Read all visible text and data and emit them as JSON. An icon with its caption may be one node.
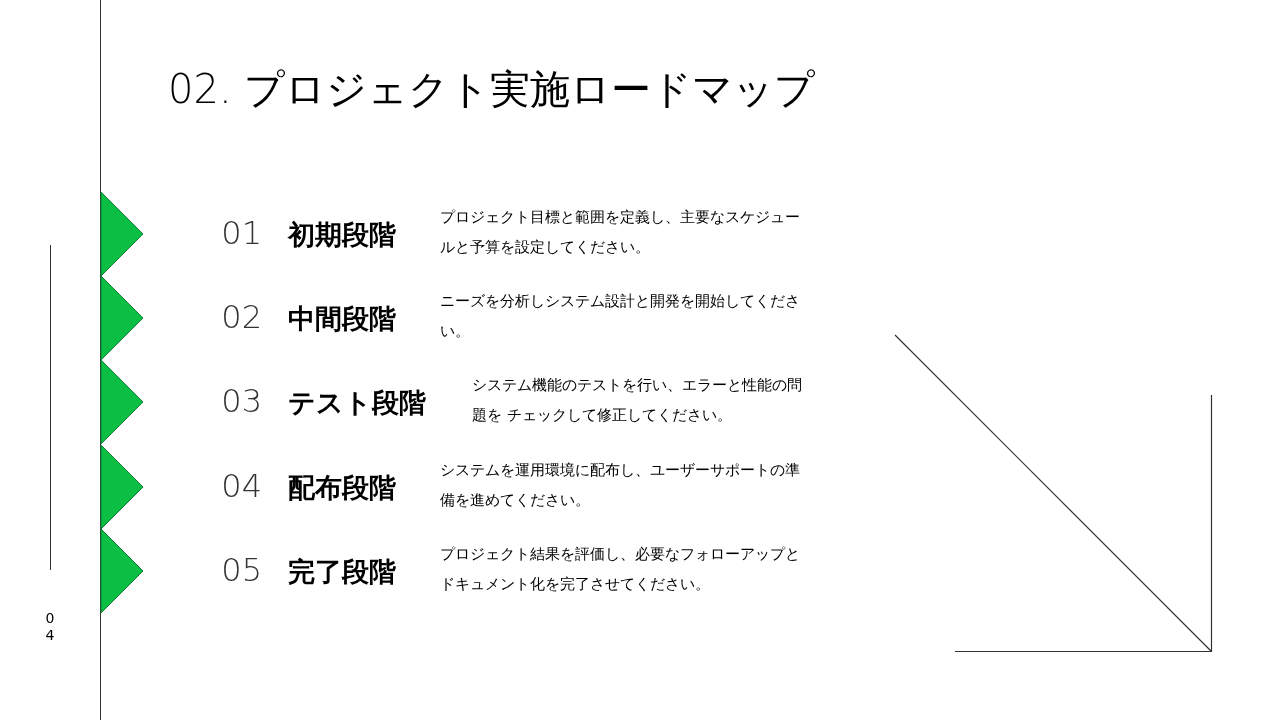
{
  "diagram": {
    "title": "02. **プロジェクト実施ロードマップ**",
    "labels": [
      "01",
      "初期段階",
      "プロジェクト目標と範囲を定義し、主要なスケジュールと予算を設定してください。",
      "02",
      "中間段階",
      "ニーズを分析しシステム設計と開発を開始してください。",
      "03",
      "テスト段階",
      "システム機能のテストを行い、エラーと性能の問題を チェックして修正してください。",
      "04",
      "配布段階",
      "システムを運用環境に配布し、ユーザーサポートの準備を進めてください。",
      "05",
      "完了段階",
      "プロジェクト結果を評価し、必要なフォローアップとドキュメント化を完了させてください。",
      "04"
    ]
  }
}
